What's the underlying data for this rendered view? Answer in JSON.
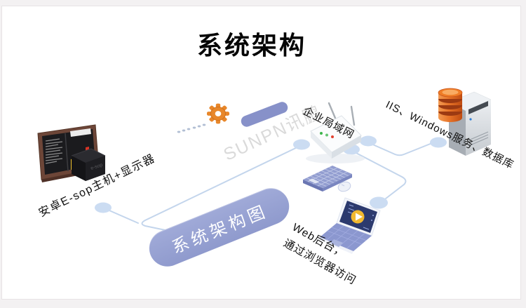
{
  "title": "系统架构",
  "watermark": "SUNPN讯鹏",
  "nodes": {
    "display": {
      "label": "安卓E-sop主机+显示器"
    },
    "lan": {
      "label": "企业局域网"
    },
    "server": {
      "label": "IIS、Windows服务、数据库"
    },
    "web": {
      "line1": "Web后台，",
      "line2": "通过浏览器访问"
    },
    "pill": {
      "label": "系统架构图"
    }
  },
  "icons": {
    "gear": "gear-icon",
    "display_unit": "display-with-chart-icon",
    "android_box": "android-box-icon",
    "router": "wireless-router-icon",
    "server": "server-with-database-icon",
    "keyboard": "keyboard-icon",
    "mouse": "mouse-icon",
    "laptop": "laptop-icon",
    "play": "play-button-icon"
  },
  "colors": {
    "page_bg": "#f3f1f2",
    "canvas_bg": "#ffffff",
    "connector_line": "#c3d5ec",
    "connector_node": "#cbdcf2",
    "pill_fill": "#96a0d0",
    "mini_pill_fill": "#8791c9",
    "gear_orange": "#e8872a",
    "database_orange": "#e06a28",
    "led_green": "#3db54b",
    "led_red": "#e2402f",
    "play_button_yellow": "#f2b930",
    "watermark_gray": "#dadada",
    "display_chart_bars": [
      "#f0c02c",
      "#e8872c",
      "#cdd32f",
      "#d93425"
    ]
  }
}
